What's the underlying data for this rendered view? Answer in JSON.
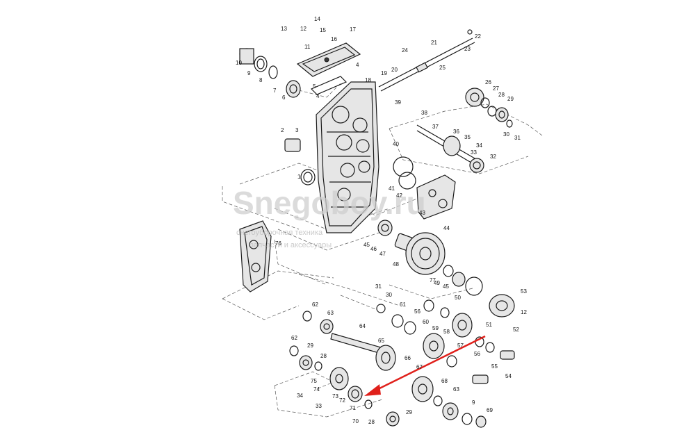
{
  "watermark": {
    "brand": "Snegoboy.ru",
    "line1": "снегоуборочная техника",
    "line2": "запчасти и аксессуары"
  },
  "highlight": {
    "color": "#e0201b",
    "description_label": "72"
  },
  "parts": [
    {
      "id": "p1",
      "label": "1"
    },
    {
      "id": "p2",
      "label": "2"
    },
    {
      "id": "p3",
      "label": "3"
    },
    {
      "id": "p4a",
      "label": "4"
    },
    {
      "id": "p4b",
      "label": "4"
    },
    {
      "id": "p5",
      "label": "5"
    },
    {
      "id": "p6",
      "label": "6"
    },
    {
      "id": "p7",
      "label": "7"
    },
    {
      "id": "p8",
      "label": "8"
    },
    {
      "id": "p9a",
      "label": "9"
    },
    {
      "id": "p9b",
      "label": "9"
    },
    {
      "id": "p10",
      "label": "10"
    },
    {
      "id": "p11",
      "label": "11"
    },
    {
      "id": "p12a",
      "label": "12"
    },
    {
      "id": "p12b",
      "label": "12"
    },
    {
      "id": "p13",
      "label": "13"
    },
    {
      "id": "p14",
      "label": "14"
    },
    {
      "id": "p15",
      "label": "15"
    },
    {
      "id": "p16",
      "label": "16"
    },
    {
      "id": "p17",
      "label": "17"
    },
    {
      "id": "p18",
      "label": "18"
    },
    {
      "id": "p19",
      "label": "19"
    },
    {
      "id": "p20",
      "label": "20"
    },
    {
      "id": "p21",
      "label": "21"
    },
    {
      "id": "p22",
      "label": "22"
    },
    {
      "id": "p23",
      "label": "23"
    },
    {
      "id": "p24",
      "label": "24"
    },
    {
      "id": "p25",
      "label": "25"
    },
    {
      "id": "p26",
      "label": "26"
    },
    {
      "id": "p27",
      "label": "27"
    },
    {
      "id": "p28a",
      "label": "28"
    },
    {
      "id": "p28b",
      "label": "28"
    },
    {
      "id": "p28c",
      "label": "28"
    },
    {
      "id": "p29a",
      "label": "29"
    },
    {
      "id": "p29b",
      "label": "29"
    },
    {
      "id": "p29c",
      "label": "29"
    },
    {
      "id": "p30a",
      "label": "30"
    },
    {
      "id": "p30b",
      "label": "30"
    },
    {
      "id": "p31a",
      "label": "31"
    },
    {
      "id": "p31b",
      "label": "31"
    },
    {
      "id": "p32",
      "label": "32"
    },
    {
      "id": "p33a",
      "label": "33"
    },
    {
      "id": "p33b",
      "label": "33"
    },
    {
      "id": "p34a",
      "label": "34"
    },
    {
      "id": "p34b",
      "label": "34"
    },
    {
      "id": "p35",
      "label": "35"
    },
    {
      "id": "p36",
      "label": "36"
    },
    {
      "id": "p37",
      "label": "37"
    },
    {
      "id": "p38",
      "label": "38"
    },
    {
      "id": "p39",
      "label": "39"
    },
    {
      "id": "p40",
      "label": "40"
    },
    {
      "id": "p41",
      "label": "41"
    },
    {
      "id": "p42",
      "label": "42"
    },
    {
      "id": "p43",
      "label": "43"
    },
    {
      "id": "p44",
      "label": "44"
    },
    {
      "id": "p45a",
      "label": "45"
    },
    {
      "id": "p45b",
      "label": "45"
    },
    {
      "id": "p46",
      "label": "46"
    },
    {
      "id": "p47",
      "label": "47"
    },
    {
      "id": "p48",
      "label": "48"
    },
    {
      "id": "p49",
      "label": "49"
    },
    {
      "id": "p50",
      "label": "50"
    },
    {
      "id": "p51",
      "label": "51"
    },
    {
      "id": "p52",
      "label": "52"
    },
    {
      "id": "p53",
      "label": "53"
    },
    {
      "id": "p54",
      "label": "54"
    },
    {
      "id": "p55",
      "label": "55"
    },
    {
      "id": "p56a",
      "label": "56"
    },
    {
      "id": "p56b",
      "label": "56"
    },
    {
      "id": "p57",
      "label": "57"
    },
    {
      "id": "p58",
      "label": "58"
    },
    {
      "id": "p59",
      "label": "59"
    },
    {
      "id": "p60",
      "label": "60"
    },
    {
      "id": "p61",
      "label": "61"
    },
    {
      "id": "p62a",
      "label": "62"
    },
    {
      "id": "p62b",
      "label": "62"
    },
    {
      "id": "p63a",
      "label": "63"
    },
    {
      "id": "p63b",
      "label": "63"
    },
    {
      "id": "p64",
      "label": "64"
    },
    {
      "id": "p65",
      "label": "65"
    },
    {
      "id": "p66",
      "label": "66"
    },
    {
      "id": "p67",
      "label": "67"
    },
    {
      "id": "p68",
      "label": "68"
    },
    {
      "id": "p69",
      "label": "69"
    },
    {
      "id": "p70",
      "label": "70"
    },
    {
      "id": "p71",
      "label": "71"
    },
    {
      "id": "p72",
      "label": "72"
    },
    {
      "id": "p73",
      "label": "73"
    },
    {
      "id": "p74",
      "label": "74"
    },
    {
      "id": "p75",
      "label": "75"
    },
    {
      "id": "p76",
      "label": "76"
    },
    {
      "id": "p77",
      "label": "77"
    }
  ]
}
